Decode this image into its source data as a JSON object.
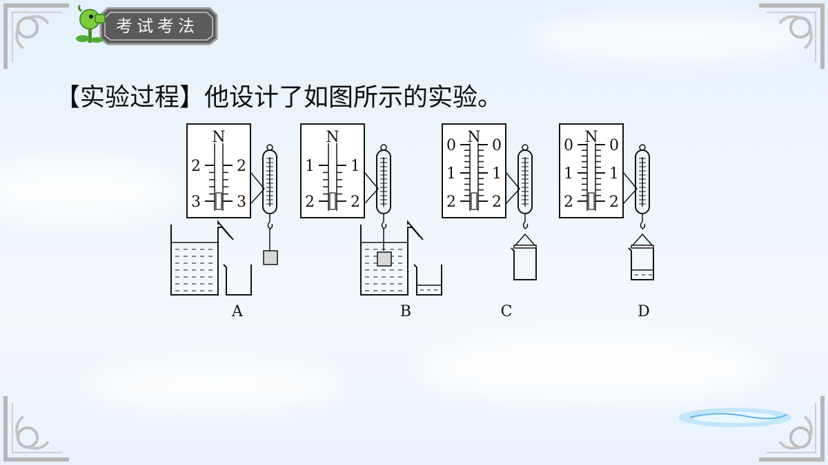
{
  "badge": {
    "label": "考试考法"
  },
  "heading": {
    "text": "【实验过程】他设计了如图所示的实验。"
  },
  "diagram": {
    "unit": "N",
    "panels": [
      {
        "id": "A",
        "caption": "A",
        "ticks": [
          "2",
          "3"
        ]
      },
      {
        "id": "B",
        "caption": "B",
        "ticks": [
          "1",
          "2"
        ]
      },
      {
        "id": "C",
        "caption": "C",
        "ticks": [
          "0",
          "1",
          "2"
        ]
      },
      {
        "id": "D",
        "caption": "D",
        "ticks": [
          "0",
          "1",
          "2"
        ]
      }
    ]
  }
}
